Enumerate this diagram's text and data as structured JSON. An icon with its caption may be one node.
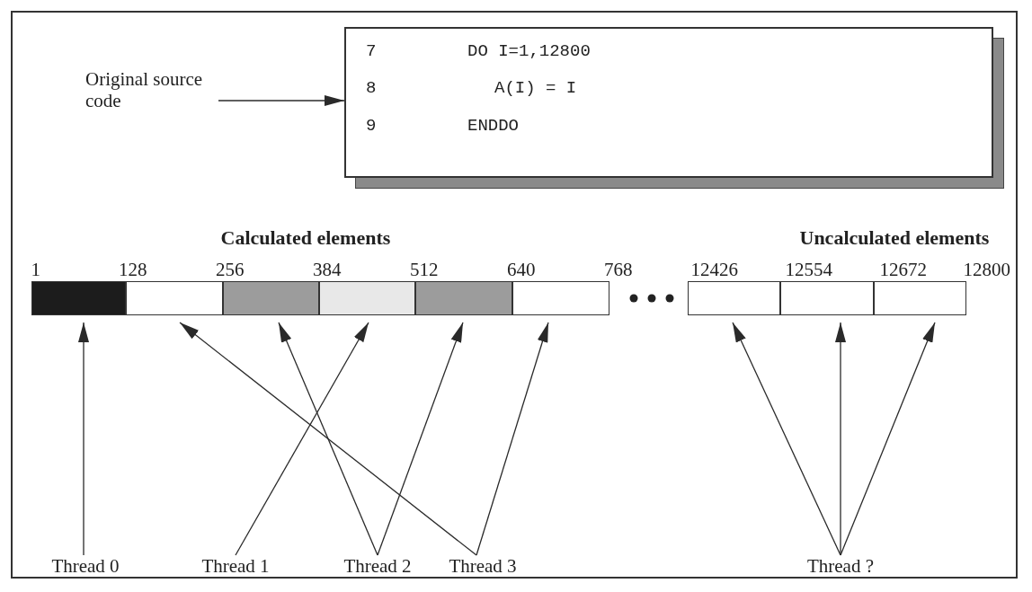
{
  "diagram": {
    "nodes": [
      {
        "text": [
          "Original source code"
        ]
      },
      {
        "text": [
          "7",
          "DO I=1,12800",
          "8",
          "A(I) = I",
          "9",
          "ENDDO"
        ]
      },
      {
        "text": [],
        "shape": "box"
      },
      {
        "text": [],
        "shape": "box"
      },
      {
        "text": [],
        "shape": "box"
      },
      {
        "text": [],
        "shape": "box"
      },
      {
        "text": [],
        "shape": "box"
      },
      {
        "text": [],
        "shape": "box"
      },
      {
        "text": [],
        "shape": "box"
      },
      {
        "text": [],
        "shape": "box"
      },
      {
        "text": [],
        "shape": "box"
      },
      {
        "text": [
          "Thread 0"
        ]
      },
      {
        "text": [
          "Thread 1"
        ]
      },
      {
        "text": [
          "Thread 2"
        ]
      },
      {
        "text": [
          "Thread 3"
        ]
      },
      {
        "text": [
          "Thread ?"
        ]
      }
    ],
    "edges": [
      {
        "from": 0,
        "to": 1,
        "arrow": "to"
      },
      {
        "from": 11,
        "to": 2,
        "arrow": "to"
      },
      {
        "from": 12,
        "to": 5,
        "arrow": "to"
      },
      {
        "from": 13,
        "to": 4,
        "arrow": "to"
      },
      {
        "from": 13,
        "to": 6,
        "arrow": "to"
      },
      {
        "from": 14,
        "to": 3,
        "arrow": "to"
      },
      {
        "from": 14,
        "to": 7,
        "arrow": "to"
      },
      {
        "from": 15,
        "to": 8,
        "arrow": "to"
      },
      {
        "from": 15,
        "to": 9,
        "arrow": "to"
      },
      {
        "from": 15,
        "to": 10,
        "arrow": "to"
      }
    ],
    "labels": [
      "Calculated elements",
      "Uncalculated elements",
      "1",
      "128",
      "256",
      "384",
      "512",
      "640",
      "768",
      "12426",
      "12554",
      "12672",
      "12800"
    ]
  }
}
